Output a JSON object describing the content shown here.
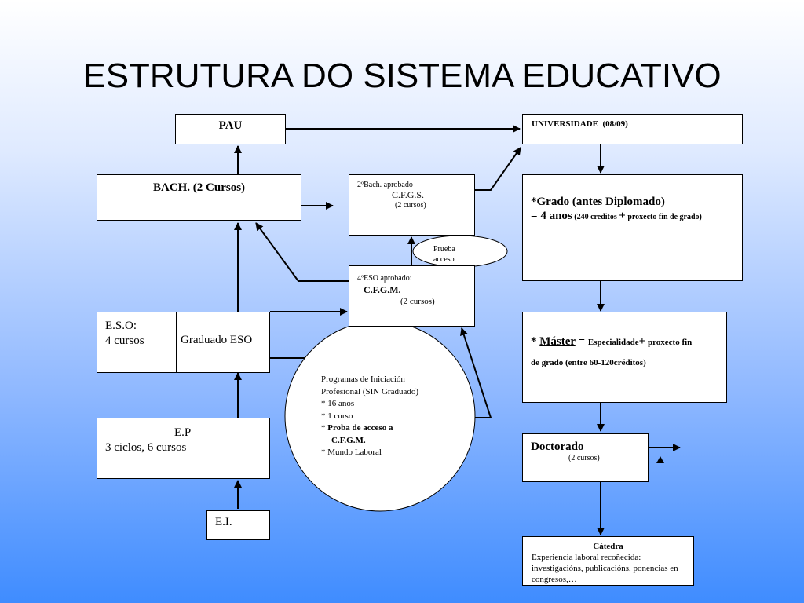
{
  "title": "ESTRUTURA DO SISTEMA EDUCATIVO",
  "pau": "PAU",
  "universidade": "UNIVERSIDADE  (08/09)",
  "bach": "BACH. (2 Cursos)",
  "cfgs": {
    "line1": "2ºBach. aprobado",
    "line2": "C.F.G.S.",
    "line3": "(2 cursos)"
  },
  "prueba": {
    "line1": "Prueba",
    "line2": "acceso"
  },
  "grado": {
    "star": "*",
    "word": "Grado",
    "rest": " (antes Diplomado)",
    "eq": "= ",
    "anos": "4 anos",
    "small1": " (240 creditos ",
    "plus": "+",
    "small2": " proxecto fin de grado)"
  },
  "cfgm": {
    "line1": "4ºESO aprobado:",
    "line2": "C.F.G.M.",
    "line3": "(2 cursos)"
  },
  "eso": {
    "line1": "E.S.O:",
    "line2": "4 cursos",
    "graduado": "Graduado ESO"
  },
  "master": {
    "star": "* ",
    "word": "Máster",
    "eq": " = ",
    "esp": "Especialidade",
    "plus": "+",
    "rest": " proxecto fin",
    "line2": "de grado (entre 60-120créditos)"
  },
  "programas": {
    "l1": "Programas de Iniciación",
    "l2": "Profesional (SIN Graduado)",
    "l3": "* 16 anos",
    "l4": "* 1 curso",
    "l5star": "* ",
    "l5": "Proba de acceso a",
    "l6": "C.F.G.M.",
    "l7": "* Mundo Laboral"
  },
  "ep": {
    "line1": "E.P",
    "line2": "3 ciclos, 6 cursos"
  },
  "doctorado": {
    "line1": "Doctorado",
    "line2": "(2 cursos)"
  },
  "ei": "E.I.",
  "catedra": {
    "title": "Cátedra",
    "l1": "Experiencia laboral recoñecida:",
    "l2": "investigacións, publicacións, ponencias en",
    "l3": "congresos,…"
  }
}
